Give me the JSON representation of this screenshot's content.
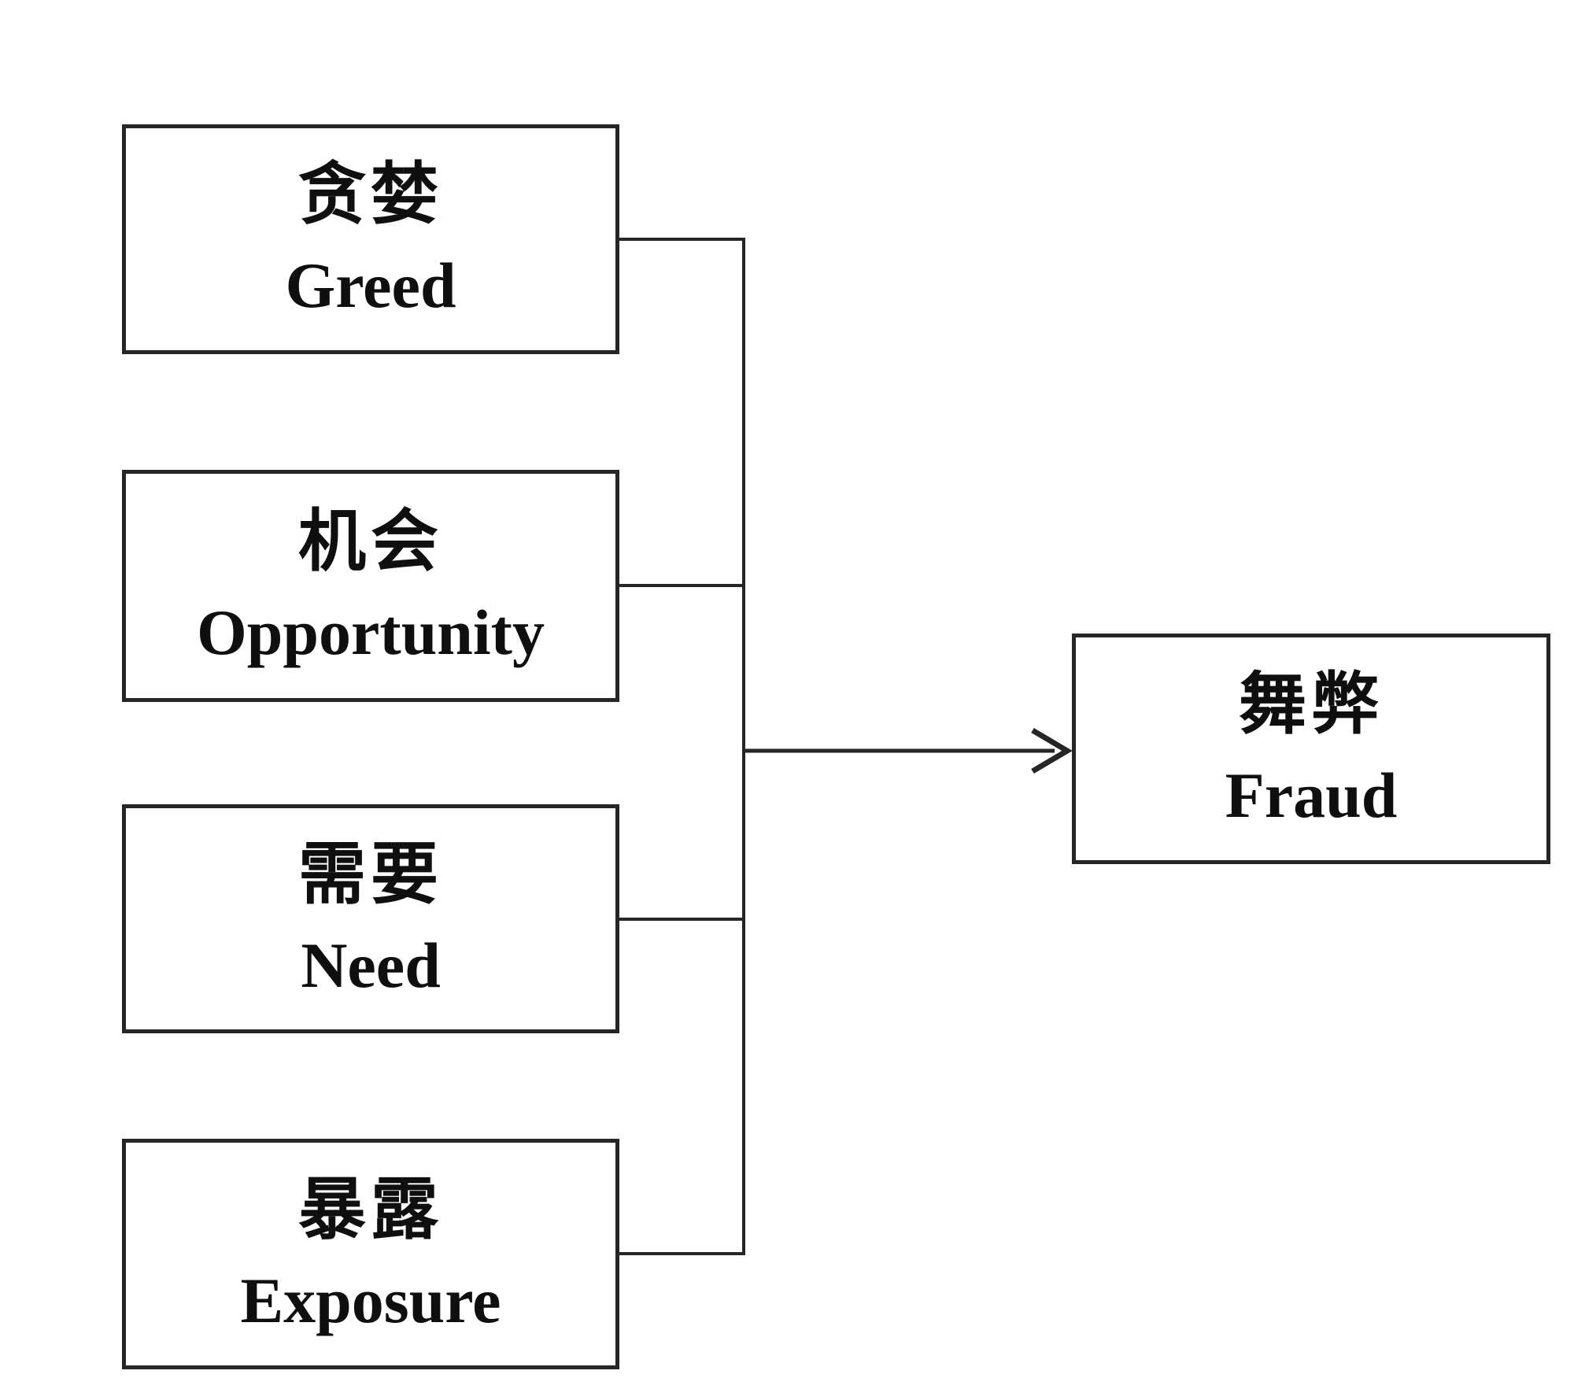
{
  "diagram": {
    "factors": [
      {
        "zh": "贪婪",
        "en": "Greed"
      },
      {
        "zh": "机会",
        "en": "Opportunity"
      },
      {
        "zh": "需要",
        "en": "Need"
      },
      {
        "zh": "暴露",
        "en": "Exposure"
      }
    ],
    "outcome": {
      "zh": "舞弊",
      "en": "Fraud"
    },
    "colors": {
      "line": "#262626",
      "text": "#0f0f0f",
      "background": "#ffffff"
    }
  }
}
